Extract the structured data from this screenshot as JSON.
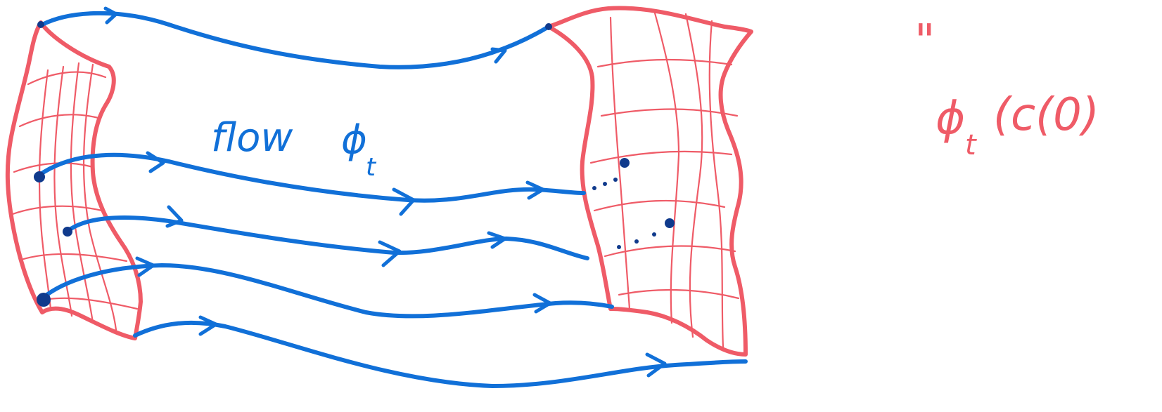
{
  "colors": {
    "surface_stroke": "#ef5b67",
    "flow_stroke": "#1170d8",
    "point_fill": "#103a8c",
    "background": "#ffffff"
  },
  "labels": {
    "flow_word": "flow",
    "flow_symbol": "ϕ",
    "flow_subscript": "t",
    "image_equals": "\"",
    "image_symbol": "ϕ",
    "image_subscript": "t",
    "image_argument": "(c(0)"
  }
}
